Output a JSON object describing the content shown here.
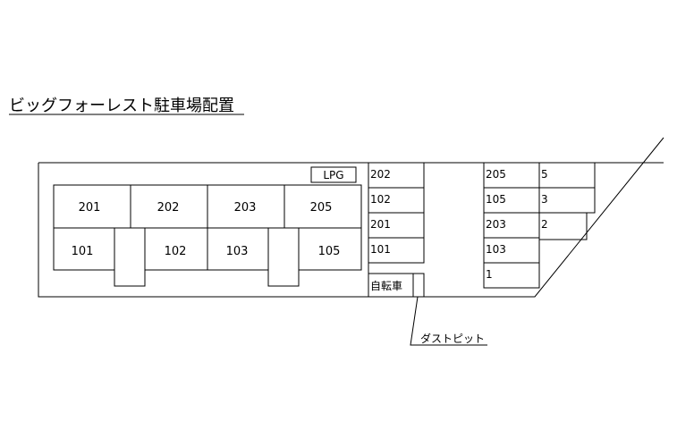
{
  "title": "ビッグフォーレスト駐車場配置",
  "lpg_label": "LPG",
  "building": {
    "upper_units": [
      "201",
      "202",
      "203",
      "205"
    ],
    "lower_units": [
      "101",
      "102",
      "103",
      "105"
    ]
  },
  "parking_left_column": [
    "202",
    "102",
    "201",
    "101"
  ],
  "bicycle_label": "自転車",
  "dust_pit_label": "ダストピット",
  "parking_right_column": [
    "205",
    "105",
    "203",
    "103",
    "1"
  ],
  "parking_numbers": [
    "5",
    "3",
    "2"
  ]
}
